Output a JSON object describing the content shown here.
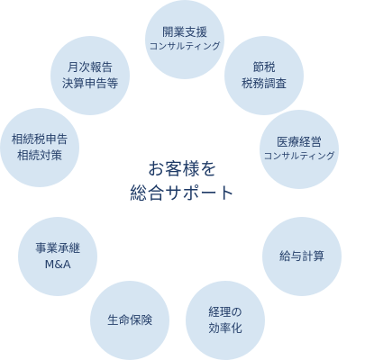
{
  "center": {
    "line1": "お客様を",
    "line2": "総合サポート"
  },
  "nodes": [
    {
      "line1": "開業支援",
      "line2": "コンサルティング"
    },
    {
      "line1": "節税",
      "line2": "税務調査"
    },
    {
      "line1": "医療経営",
      "line2": "コンサルティング"
    },
    {
      "line1": "給与計算"
    },
    {
      "line1": "経理の",
      "line2": "効率化"
    },
    {
      "line1": "生命保険"
    },
    {
      "line1": "事業承継",
      "line2": "M&A"
    },
    {
      "line1": "相続税申告",
      "line2": "相続対策"
    },
    {
      "line1": "月次報告",
      "line2": "決算申告等"
    }
  ],
  "colors": {
    "circle_fill": "#d6e5f2",
    "text": "#233d68"
  }
}
